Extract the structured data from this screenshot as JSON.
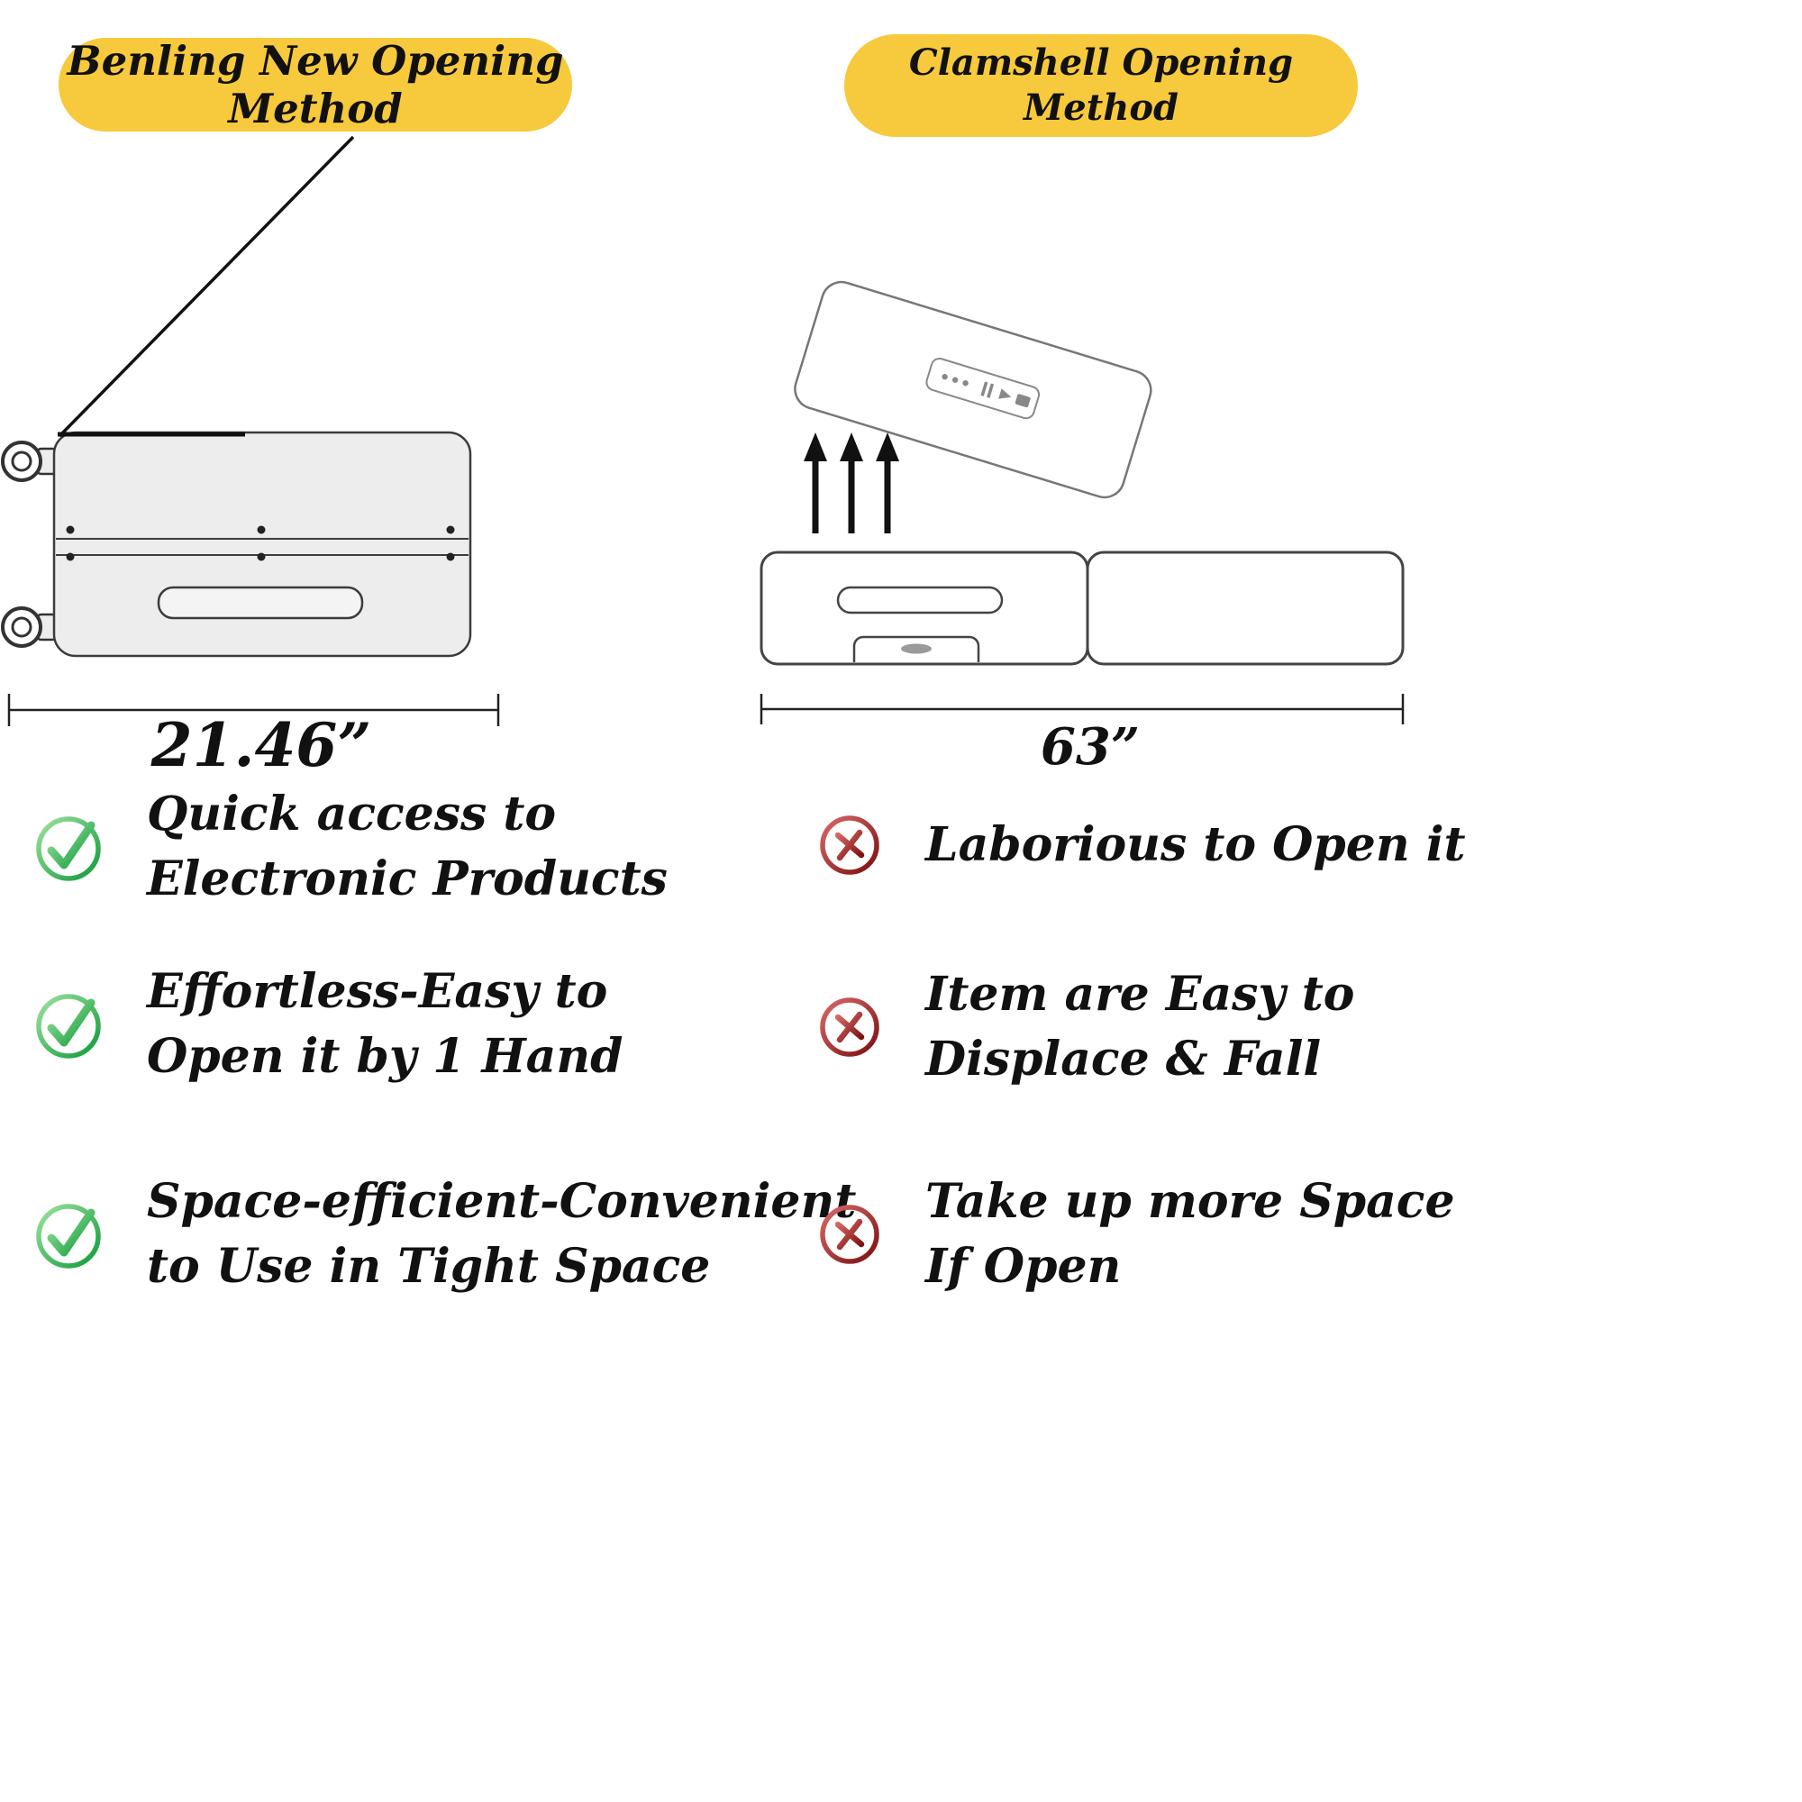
{
  "colors": {
    "pill": "#F7C93C",
    "check-green": "#149A3C",
    "cross-red": "#9C1C1C",
    "ink": "#111111"
  },
  "left_panel": {
    "header": "Benling New Opening Method",
    "diagram_icon": "open-lid-suitcase-diagram",
    "measurement": "21.46”",
    "features": [
      {
        "line1": "Quick access to",
        "line2": "Electronic Products"
      },
      {
        "line1": "Effortless-Easy to",
        "line2": "Open it by 1 Hand"
      },
      {
        "line1": "Space-efficient-Convenient",
        "line2": "to Use in Tight Space"
      }
    ]
  },
  "right_panel": {
    "header_line1": "Clamshell Opening",
    "header_line2": "Method",
    "diagram_icon": "clamshell-suitcase-diagram",
    "measurement": "63”",
    "features": [
      {
        "line1": "Laborious to Open it",
        "line2": ""
      },
      {
        "line1": "Item are Easy to",
        "line2": "Displace & Fall"
      },
      {
        "line1": "Take up more Space",
        "line2": "If Open"
      }
    ]
  }
}
